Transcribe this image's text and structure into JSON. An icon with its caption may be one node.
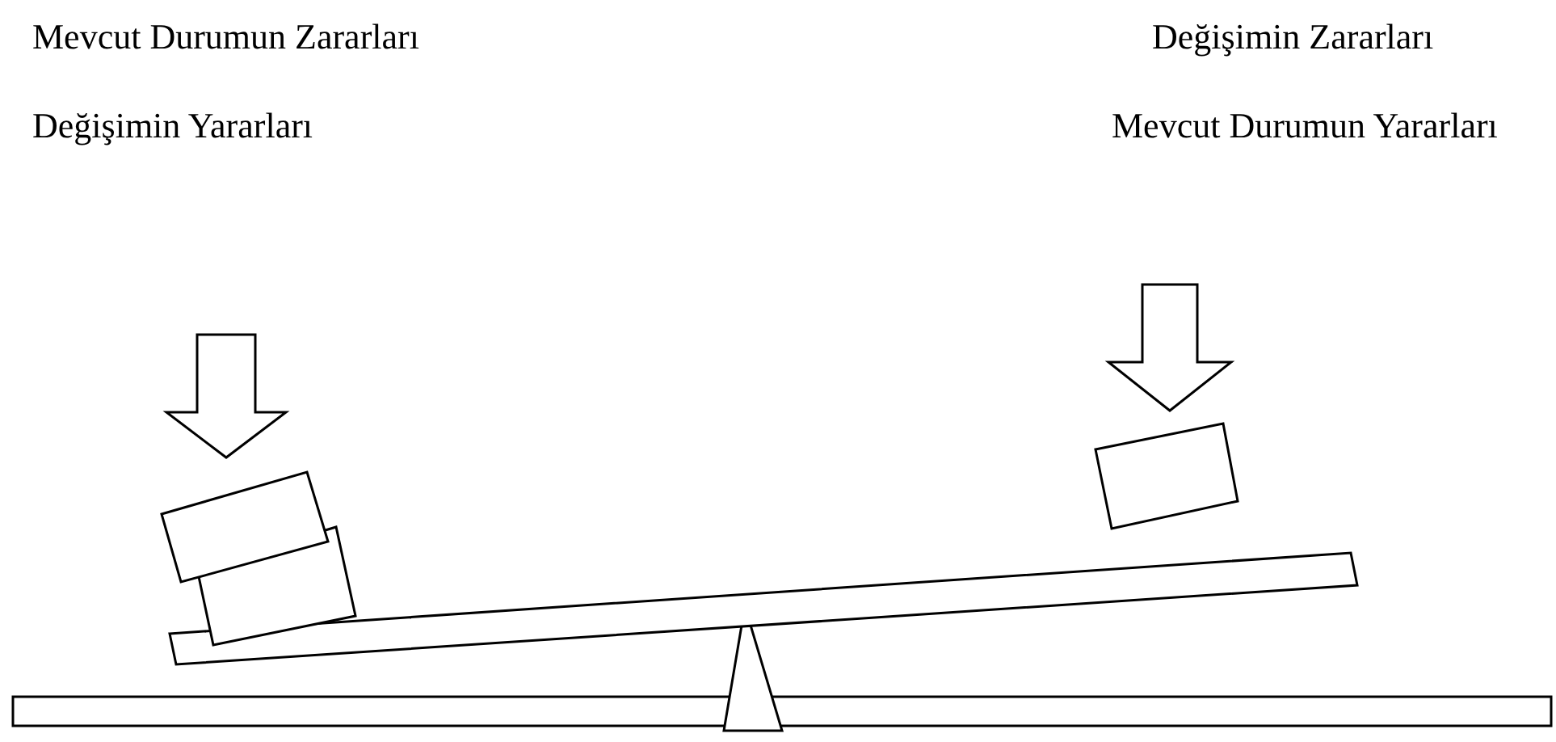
{
  "diagram": {
    "labels": [
      "Mevcut Durumun Zararları",
      "Değişimin Zararları",
      "Değişimin Yararları",
      "Mevcut Durumun Yararları"
    ]
  }
}
